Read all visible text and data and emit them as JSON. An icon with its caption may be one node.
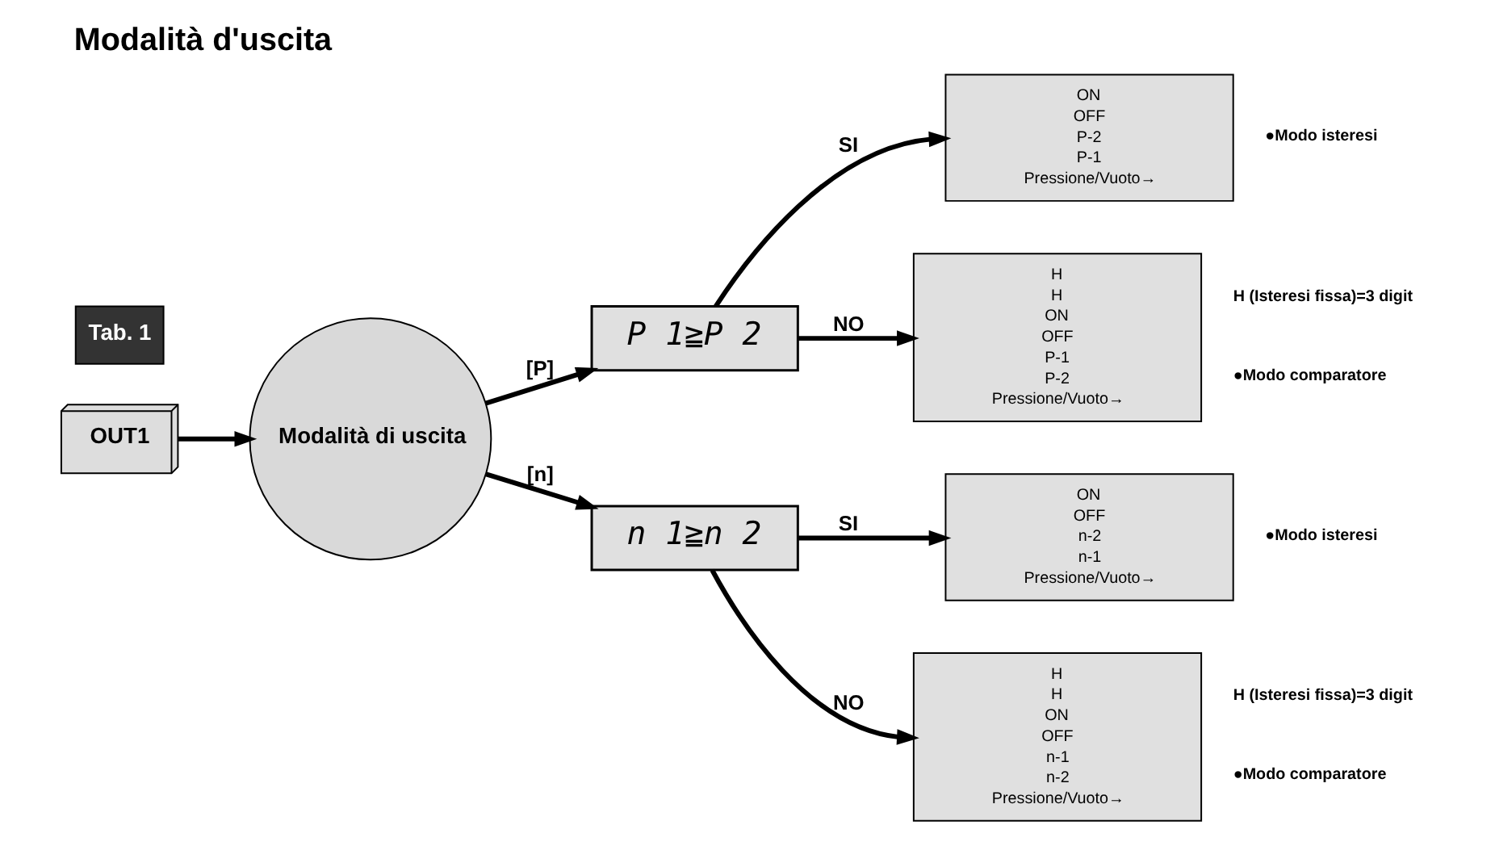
{
  "diagram": {
    "title": "Modalità d'uscita",
    "nodes": [
      {
        "text": [
          "OUT1"
        ]
      },
      {
        "text": [
          "Modalità di uscita"
        ]
      },
      {
        "text": [
          "P 1≧P 2"
        ]
      },
      {
        "text": [
          "n 1≧n 2"
        ]
      },
      {
        "text": [
          "ON",
          "OFF",
          "P-2",
          "P-1",
          "Pressione/Vuoto→"
        ],
        "beside": [
          "●Modo isteresi"
        ]
      },
      {
        "text": [
          "H",
          "H",
          "ON",
          "OFF",
          "P-1",
          "P-2",
          "Pressione/Vuoto→"
        ],
        "beside": [
          "H (Isteresi fissa)=3 digit",
          "●Modo comparatore"
        ]
      },
      {
        "text": [
          "ON",
          "OFF",
          "n-2",
          "n-1",
          "Pressione/Vuoto→"
        ],
        "beside": [
          "●Modo isteresi"
        ]
      },
      {
        "text": [
          "H",
          "H",
          "ON",
          "OFF",
          "n-1",
          "n-2",
          "Pressione/Vuoto→"
        ],
        "beside": [
          "H (Isteresi fissa)=3 digit",
          "●Modo comparatore"
        ]
      }
    ],
    "edges": [
      {
        "from": 0,
        "to": 1,
        "arrow": "to"
      },
      {
        "from": 1,
        "to": 2,
        "arrow": "to",
        "label": "[P]"
      },
      {
        "from": 1,
        "to": 3,
        "arrow": "to",
        "label": "[n]"
      },
      {
        "from": 2,
        "to": 4,
        "arrow": "to",
        "label": "SI"
      },
      {
        "from": 2,
        "to": 5,
        "arrow": "to",
        "label": "NO"
      },
      {
        "from": 3,
        "to": 6,
        "arrow": "to",
        "label": "SI"
      },
      {
        "from": 3,
        "to": 7,
        "arrow": "to",
        "label": "NO"
      }
    ],
    "labels": [
      "Tab. 1"
    ]
  }
}
